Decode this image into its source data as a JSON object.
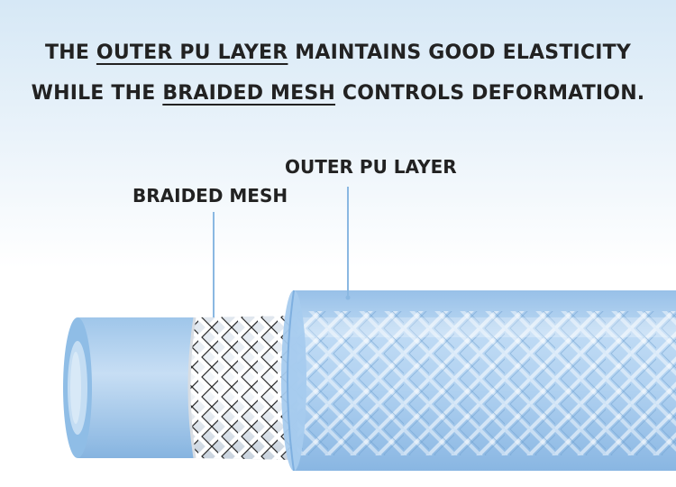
{
  "headline": {
    "line1": {
      "pre": "THE ",
      "highlight": "OUTER PU LAYER",
      "post": " MAINTAINS GOOD ELASTICITY"
    },
    "line2": {
      "pre": "WHILE THE ",
      "highlight": "BRAIDED MESH",
      "post": " CONTROLS DEFORMATION."
    }
  },
  "labels": {
    "outer_pu_layer": "OUTER PU LAYER",
    "braided_mesh": "BRAIDED MESH"
  },
  "colors": {
    "hose_blue": "#9cc4ea",
    "hose_dark": "#7aaadd",
    "mesh_white": "#ffffff",
    "mesh_dark": "#2b2b2b",
    "leader_line": "#8ab8e2",
    "text": "#222222"
  }
}
